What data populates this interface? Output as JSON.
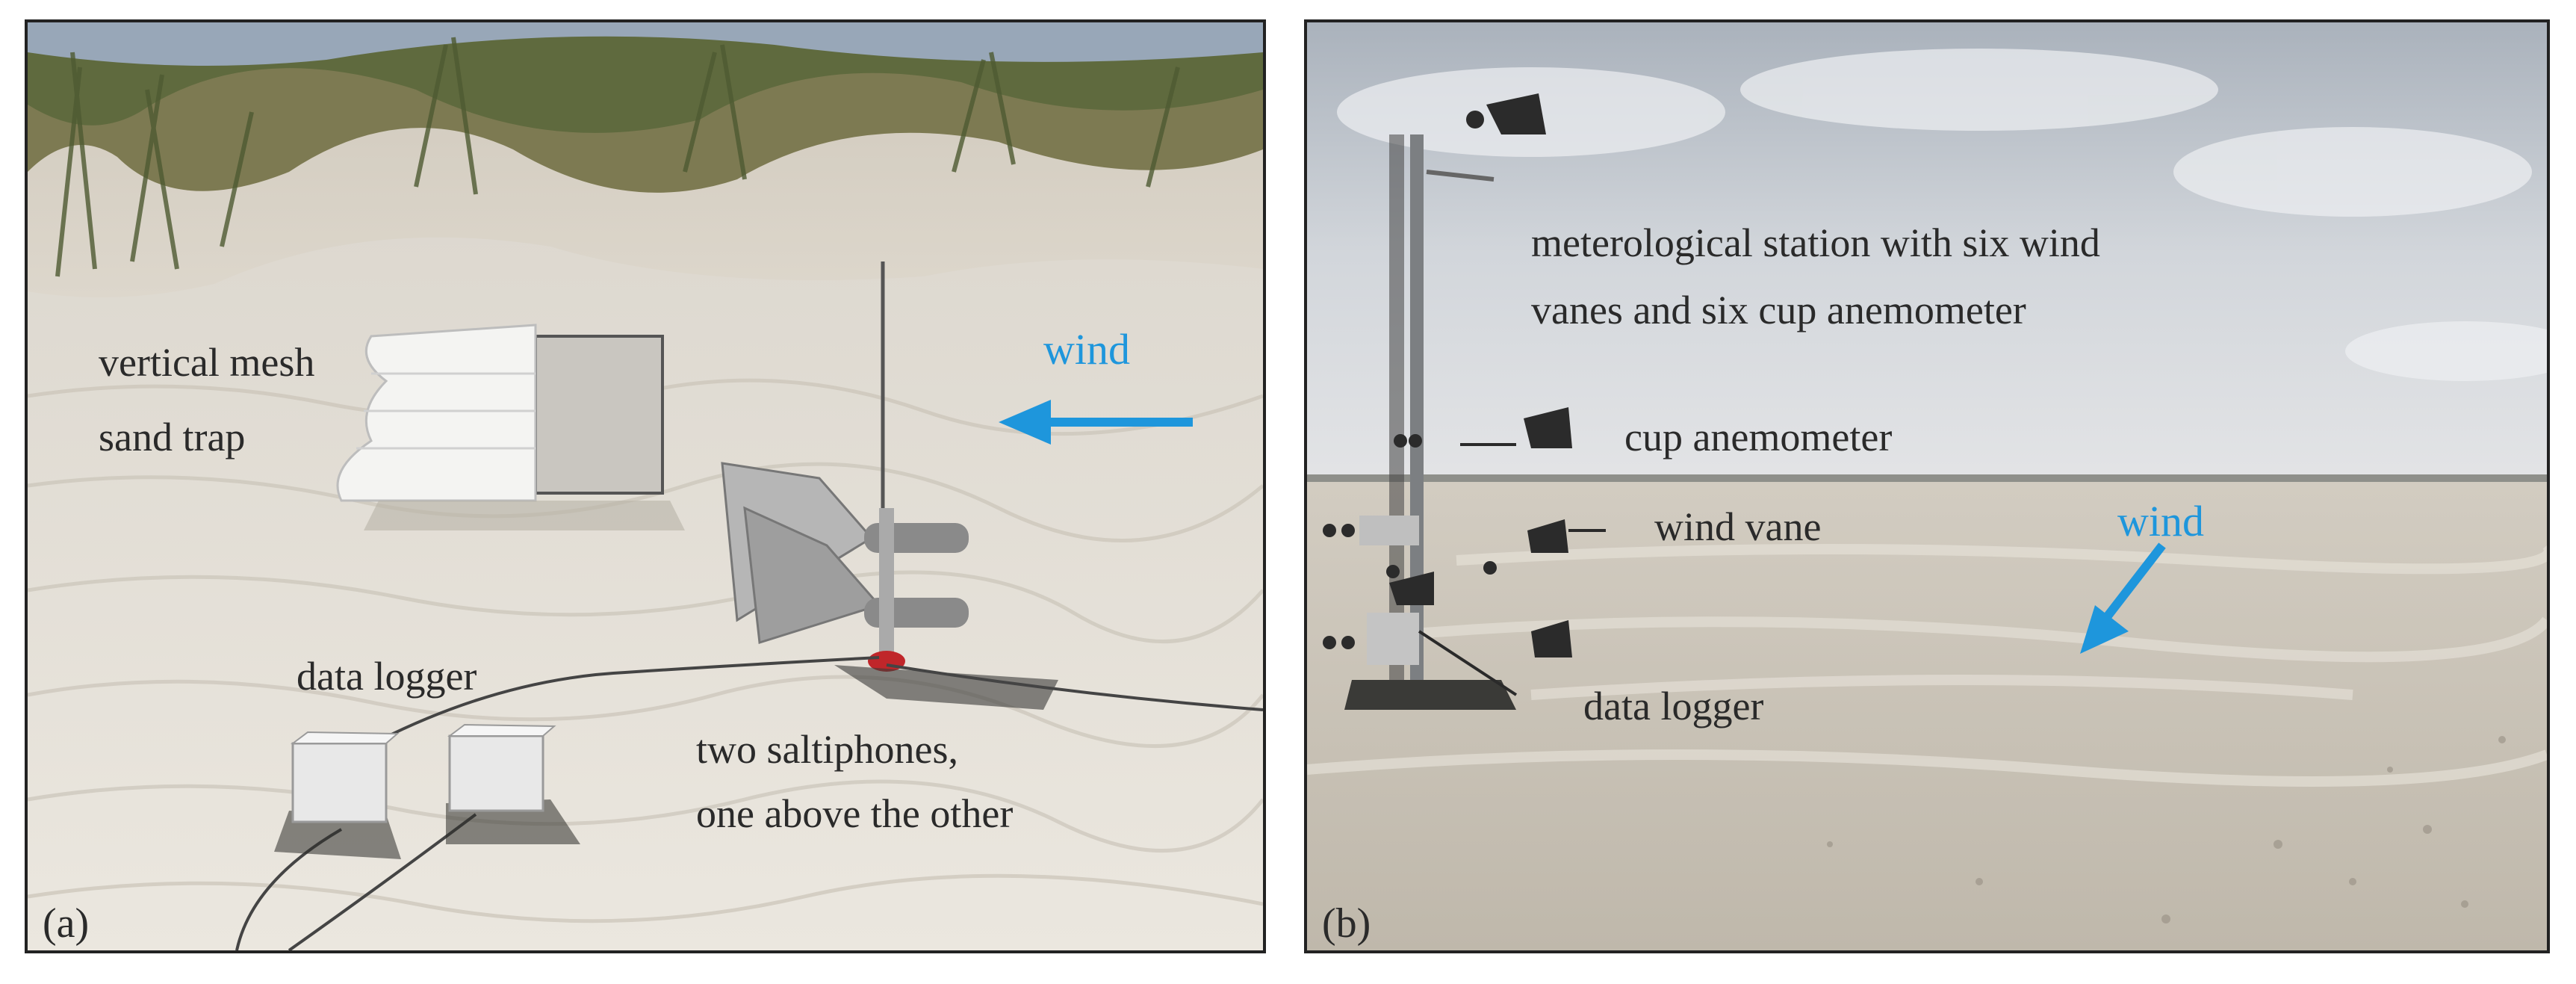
{
  "panel_a": {
    "letter": "(a)",
    "labels": {
      "mesh_trap_line1": "vertical mesh",
      "mesh_trap_line2": "sand trap",
      "wind": "wind",
      "data_logger": "data logger",
      "saltiphones_line1": "two saltiphones,",
      "saltiphones_line2": "one above the other"
    }
  },
  "panel_b": {
    "letter": "(b)",
    "labels": {
      "station_line1": "meterological station with six wind",
      "station_line2": "vanes and six cup anemometer",
      "cup_anemometer": "cup anemometer",
      "wind_vane": "wind vane",
      "wind": "wind",
      "data_logger": "data  logger"
    }
  },
  "colors": {
    "wind_arrow": "#1e96dc",
    "label_text": "#2a2a2a",
    "sand": "#e6e1d8",
    "sky": "#c9ced4"
  }
}
